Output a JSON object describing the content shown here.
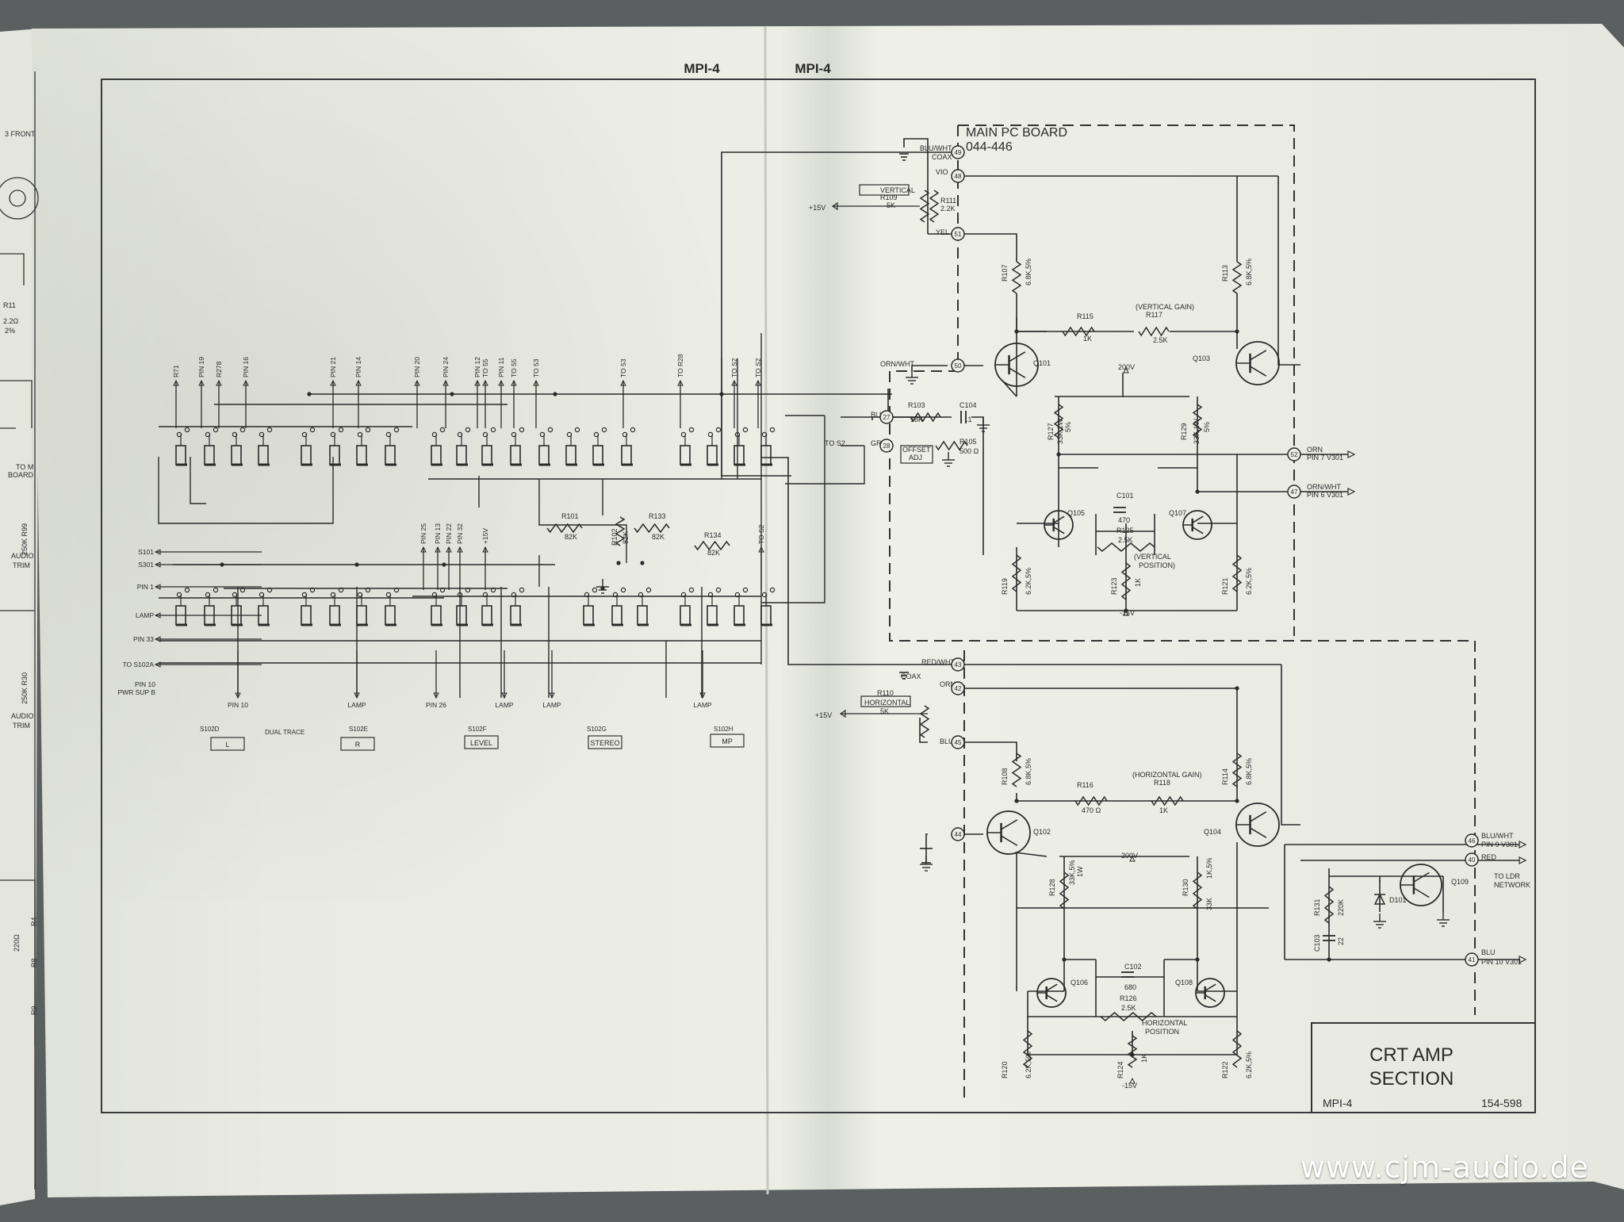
{
  "header": {
    "left": "MPI-4",
    "right": "MPI-4"
  },
  "pc_board": {
    "title": "MAIN PC BOARD",
    "number": "044-446"
  },
  "title_block": {
    "line1": "CRT AMP",
    "line2": "SECTION",
    "model": "MPI-4",
    "part_no": "154-598"
  },
  "watermark": "www.cjm-audio.de",
  "colors": {
    "paper": "#e9ebe3",
    "ink": "#2a2a2a",
    "background": "#5b5f60"
  },
  "switch_labels": {
    "dual_trace": "DUAL TRACE",
    "s102d": "S102D",
    "s102e": "S102E",
    "s102f": "S102F",
    "s102g": "S102G",
    "s102h": "S102H",
    "l": "L",
    "r": "R",
    "level": "LEVEL",
    "stereo": "STEREO",
    "mp": "MP"
  },
  "top_leads": [
    "R71",
    "PIN 19",
    "R278",
    "PIN 16",
    "PIN 21",
    "PIN 14",
    "PIN 20",
    "PIN 24",
    "PIN 12",
    "TO 55",
    "PIN 11",
    "TO 55",
    "TO 53",
    "TO 53",
    "TO R28",
    "TO S2",
    "TO S2"
  ],
  "mid_leads": [
    "PIN 25",
    "PIN 13",
    "PIN 22",
    "PIN 32",
    "+15V",
    "TO S2"
  ],
  "left_leads": [
    "S101",
    "S301",
    "PIN 1",
    "LAMP",
    "PIN 33",
    "TO S102A",
    "PIN 10",
    "PWR SUP B"
  ],
  "bottom_leads": [
    "PIN 10",
    "LAMP",
    "PIN 26",
    "LAMP",
    "LAMP",
    "LAMP"
  ],
  "mid_resistors": {
    "r101": "R101",
    "r101v": "82K",
    "r102": "R102",
    "r102v": "82K",
    "r133": "R133",
    "r133v": "82K",
    "r134": "R134",
    "r134v": "82K"
  },
  "vertical": {
    "blu_wht": "BLU/WHT",
    "coax": "COAX",
    "vio": "VIO",
    "yel": "YEL",
    "orn_wht": "ORN/WHT",
    "blu": "BLU",
    "gry": "GRY",
    "to_s2": "TO S2",
    "plus15": "+15V",
    "r109": "R109",
    "r109_name": "VERTICAL",
    "r109_val": "5K",
    "r111": "R111",
    "r111_val": "2.2K",
    "r107": "R107",
    "r107_val": "6.8K,5%",
    "r113": "R113",
    "r113_val": "6.8K,5%",
    "r115": "R115",
    "r115_val": "1K",
    "gain": "(VERTICAL GAIN)",
    "r117": "R117",
    "r117_val": "2.5K",
    "q101": "Q101",
    "q103": "Q103",
    "v200": "200V",
    "r103": "R103",
    "r103_val": "18K",
    "c104": "C104",
    "c104_val": ".1",
    "offset": "OFFSET",
    "adj": "ADJ",
    "r105": "R105",
    "r105_val": "500 Ω",
    "r127": "R127",
    "r127_val": "33K,1W",
    "r127_tol": "5%",
    "r129": "R129",
    "r129_val": "33K,1W",
    "r129_tol": "5%",
    "c101": "C101",
    "c101_val": "470",
    "r125": "R125",
    "r125_val": "2.5K",
    "pos1": "(VERTICAL",
    "pos2": "POSITION)",
    "q105": "Q105",
    "q107": "Q107",
    "r119": "R119",
    "r119_val": "6.2K,5%",
    "r123": "R123",
    "r123_val": "1K",
    "r121": "R121",
    "r121_val": "6.2K,5%",
    "m15": "-15V",
    "orn": "ORN",
    "pin7": "PIN 7 V301",
    "orn_wht2": "ORN/WHT",
    "pin6": "PIN 6 V301",
    "n49": "49",
    "n48": "48",
    "n51": "51",
    "n50": "50",
    "n27": "27",
    "n28": "28",
    "n52": "52",
    "n47": "47"
  },
  "horizontal": {
    "red_wht": "RED/WHT",
    "coax": "COAX",
    "orn": "ORN",
    "blu": "BLU",
    "plus15": "+15V",
    "r110": "R110",
    "r110_name": "HORIZONTAL",
    "r110_val": "5K",
    "r108": "R108",
    "r108_val": "6.8K,5%",
    "r114": "R114",
    "r114_val": "6.8K,5%",
    "r116": "R116",
    "r116_val": "470 Ω",
    "gain": "(HORIZONTAL GAIN)",
    "r118": "R118",
    "r118_val": "1K",
    "q102": "Q102",
    "q104": "Q104",
    "v200": "200V",
    "r128": "R128",
    "r128_val": "33K,5%",
    "r128_w": "1W",
    "r130": "R130",
    "r130_val": "1K,5%",
    "r130_b": "33K",
    "c102": "C102",
    "c102_val": "680",
    "r126": "R126",
    "r126_val": "2.5K",
    "pos1": "HORIZONTAL",
    "pos2": "POSITION",
    "q106": "Q106",
    "q108": "Q108",
    "r120": "R120",
    "r120_val": "6.2K,5%",
    "r124": "R124",
    "r124_val": "1K",
    "r122": "R122",
    "r122_val": "6.2K,5%",
    "m15": "-15V",
    "r131": "R131",
    "r131_val": "220K",
    "c103": "C103",
    "c103_val": "22",
    "d101": "D101",
    "q109": "Q109",
    "blu_wht": "BLU/WHT",
    "pin9": "PIN 9 V301",
    "red": "RED",
    "to_ldr": "TO LDR",
    "network": "NETWORK",
    "blu2": "BLU",
    "pin10": "PIN 10 V301",
    "n43": "43",
    "n42": "42",
    "n45": "45",
    "n44": "44",
    "n46": "46",
    "n40": "40",
    "n41": "41"
  },
  "left_page": {
    "front": "3 FRONT",
    "r11": "R11",
    "r11_val": "2.2Ω",
    "r11_tol": "2%",
    "to_m": "TO M",
    "board": "BOARD",
    "r99": "250K R99",
    "audio1": "AUDIO",
    "trim1": "TRIM",
    "r30": "250K R30",
    "audio2": "AUDIO",
    "trim2": "TRIM",
    "r4": "R4",
    "r4_val": "220Ω",
    "r8": "R8",
    "r9": "R9"
  }
}
